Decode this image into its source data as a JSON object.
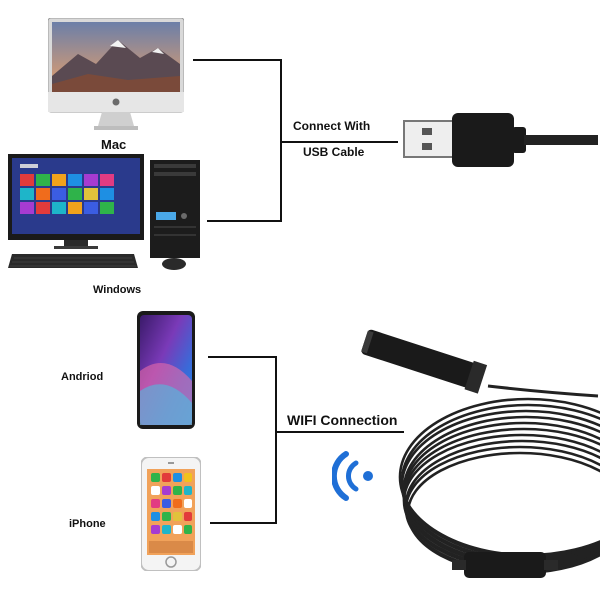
{
  "devices": {
    "mac": "Mac",
    "windows": "Windows",
    "android": "Andriod",
    "iphone": "iPhone"
  },
  "connections": {
    "usb_line1": "Connect With",
    "usb_line2": "USB Cable",
    "wifi": "WIFI Connection"
  },
  "colors": {
    "line": "#111111",
    "wifi_icon": "#1f6fd6",
    "cable": "#222222"
  },
  "icons": [
    "imac-icon",
    "desktop-pc-icon",
    "android-phone-icon",
    "iphone-icon",
    "usb-plug-icon",
    "wifi-signal-icon",
    "endoscope-camera-icon"
  ]
}
